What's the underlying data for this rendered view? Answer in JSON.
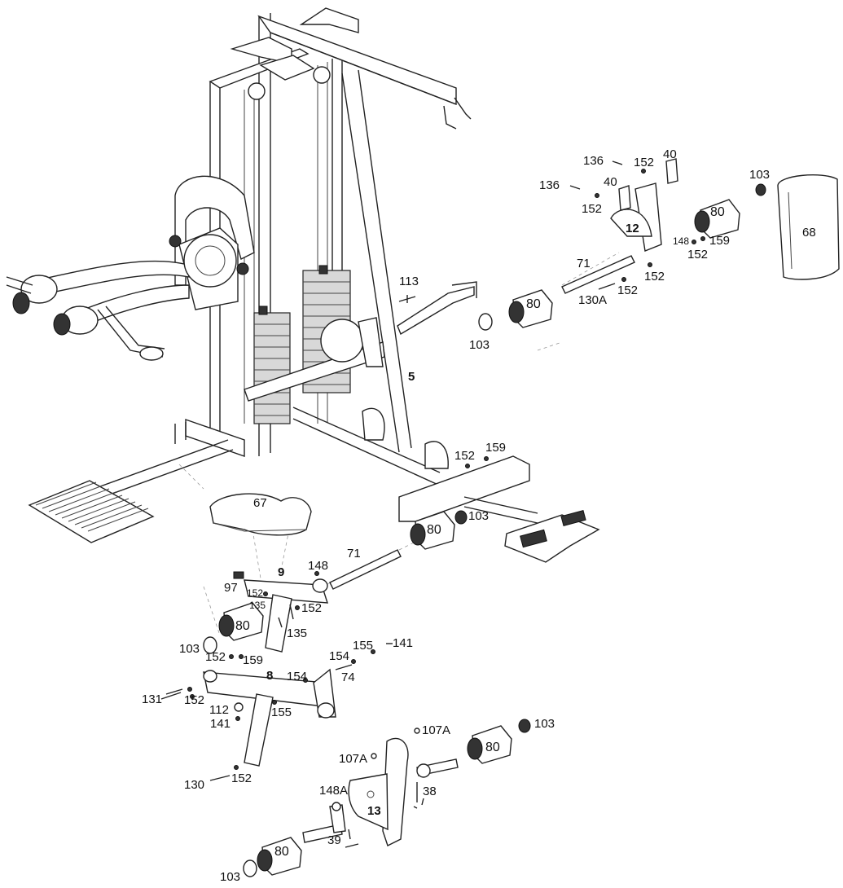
{
  "part_labels": {
    "p136a": "136",
    "p152a": "152",
    "p40a": "40",
    "p136b": "136",
    "p40b": "40",
    "p103a": "103",
    "p152b": "152",
    "p12": "12",
    "p80a": "80",
    "p68": "68",
    "p148a": "148",
    "p159a": "159",
    "p152c": "152",
    "p71a": "71",
    "p152d": "152",
    "p113": "113",
    "p130A": "130A",
    "p152e": "152",
    "p103b": "103",
    "p80b": "80",
    "p5": "5",
    "p152f": "152",
    "p159b": "159",
    "p67": "67",
    "p80c": "80",
    "p103c": "103",
    "p71b": "71",
    "p148b": "148",
    "p9": "9",
    "p97": "97",
    "p152g": "152",
    "p135a": "135",
    "p152h": "152",
    "p135b": "135",
    "p80d": "80",
    "p103d": "103",
    "p155a": "155",
    "p141a": "141",
    "p154a": "154",
    "p152i": "152",
    "p159c": "159",
    "p8": "8",
    "p154b": "154",
    "p74": "74",
    "p131": "131",
    "p152j": "152",
    "p112": "112",
    "p141b": "141",
    "p155b": "155",
    "p107Aa": "107A",
    "p80e": "80",
    "p103e": "103",
    "p107Ab": "107A",
    "p130": "130",
    "p152k": "152",
    "p148A": "148A",
    "p38": "38",
    "p13": "13",
    "p39": "39",
    "p80f": "80",
    "p103f": "103"
  }
}
